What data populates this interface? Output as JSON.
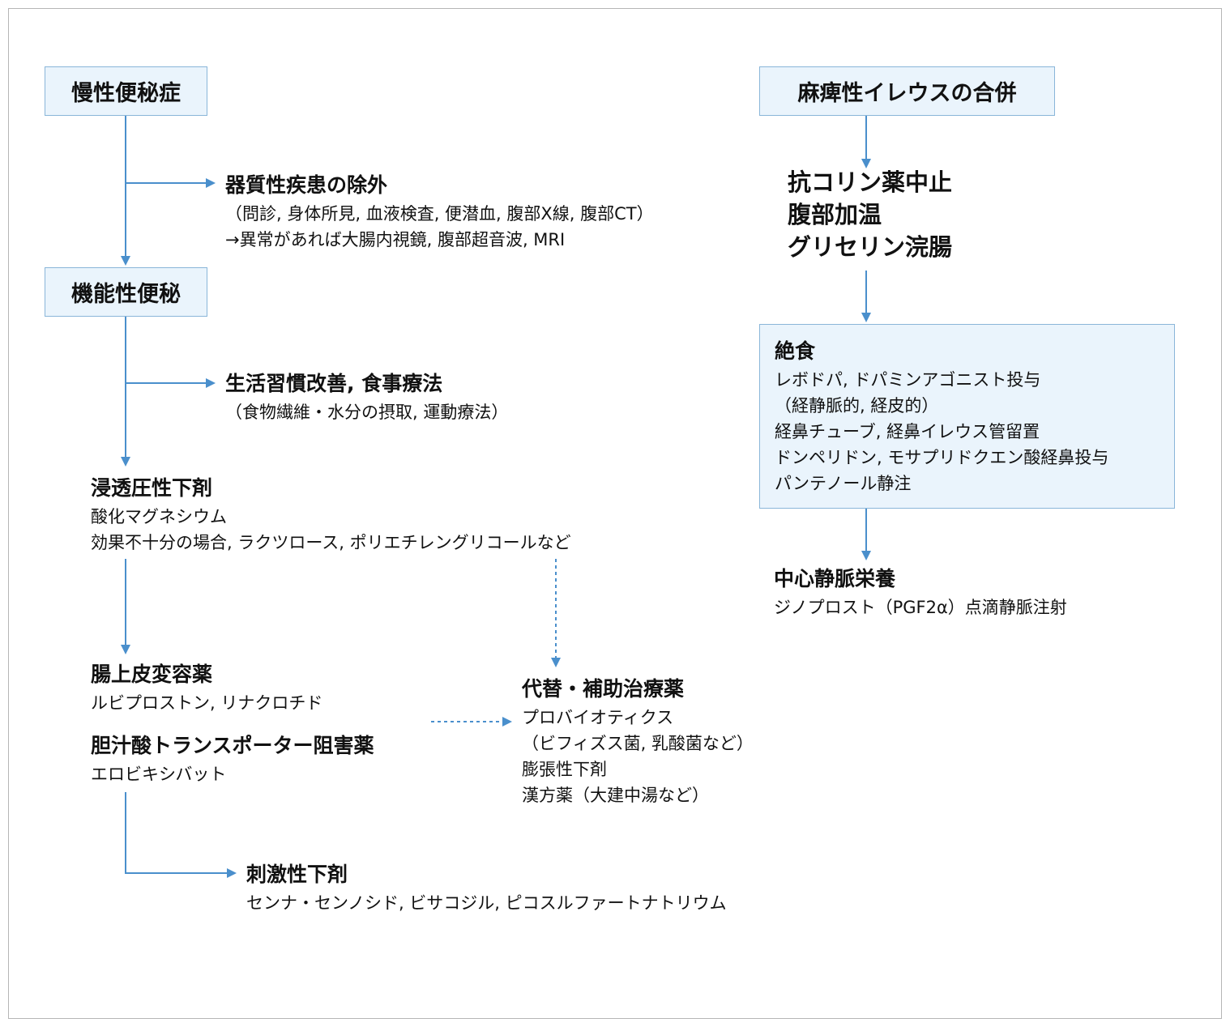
{
  "left": {
    "chronic": "慢性便秘症",
    "organic": {
      "title": "器質性疾患の除外",
      "lines": [
        "（問診, 身体所見, 血液検査, 便潜血, 腹部X線, 腹部CT）",
        "→異常があれば大腸内視鏡, 腹部超音波, MRI"
      ]
    },
    "functional": "機能性便秘",
    "lifestyle": {
      "title": "生活習慣改善, 食事療法",
      "lines": [
        "（食物繊維・水分の摂取, 運動療法）"
      ]
    },
    "osmotic": {
      "title": "浸透圧性下剤",
      "lines": [
        "酸化マグネシウム",
        "効果不十分の場合, ラクツロース, ポリエチレングリコールなど"
      ]
    },
    "epithelial": {
      "title": "腸上皮変容薬",
      "lines": [
        "ルビプロストン, リナクロチド"
      ]
    },
    "bile": {
      "title": "胆汁酸トランスポーター阻害薬",
      "lines": [
        "エロビキシバット"
      ]
    },
    "alternative": {
      "title": "代替・補助治療薬",
      "lines": [
        "プロバイオティクス",
        "（ビフィズス菌, 乳酸菌など）",
        "膨張性下剤",
        "漢方薬（大建中湯など）"
      ]
    },
    "stimulant": {
      "title": "刺激性下剤",
      "lines": [
        "センナ・センノシド, ビサコジル, ピコスルファートナトリウム"
      ]
    }
  },
  "right": {
    "ileus": "麻痺性イレウスの合併",
    "first_steps": [
      "抗コリン薬中止",
      "腹部加温",
      "グリセリン浣腸"
    ],
    "fasting": {
      "title": "絶食",
      "lines": [
        "レボドパ, ドパミンアゴニスト投与",
        "（経静脈的, 経皮的）",
        "経鼻チューブ, 経鼻イレウス管留置",
        "ドンペリドン, モサプリドクエン酸経鼻投与",
        "パンテノール静注"
      ]
    },
    "tpn": {
      "title": "中心静脈栄養",
      "lines": [
        "ジノプロスト（PGF2α）点滴静脈注射"
      ]
    }
  },
  "colors": {
    "arrow": "#4a8fcc",
    "box_fill": "#eaf4fc",
    "box_border": "#8ab6d9",
    "frame": "#b5b5b5"
  }
}
